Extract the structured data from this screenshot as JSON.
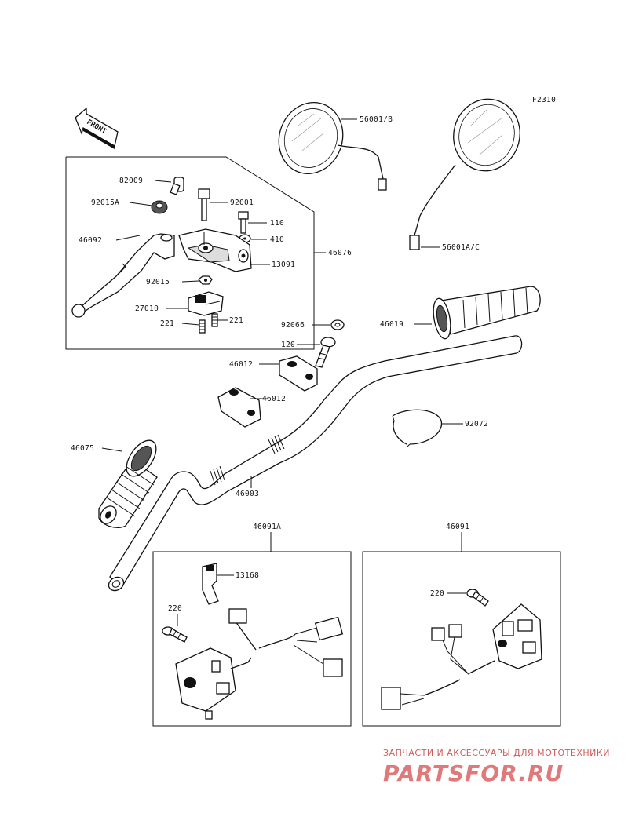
{
  "figure_code": "F2310",
  "front_label": "FRONT",
  "labels": {
    "p82009": "82009",
    "p92015A": "92015A",
    "p92001": "92001",
    "p110": "110",
    "p410": "410",
    "p46092": "46092",
    "p46076": "46076",
    "p13091": "13091",
    "p92015": "92015",
    "p27010": "27010",
    "p221a": "221",
    "p221b": "221",
    "p56001B": "56001/B",
    "p56001AC": "56001A/C",
    "p46019": "46019",
    "p92066": "92066",
    "p120": "120",
    "p46012a": "46012",
    "p46012b": "46012",
    "p92072": "92072",
    "p46075": "46075",
    "p46003": "46003",
    "p46091A": "46091A",
    "p46091": "46091",
    "p13168": "13168",
    "p220a": "220",
    "p220b": "220"
  },
  "watermark": {
    "caption": "ЗАПЧАСТИ И АКСЕССУАРЫ ДЛЯ МОТОТЕХНИКИ",
    "brand": "PARTSFOR.RU"
  }
}
